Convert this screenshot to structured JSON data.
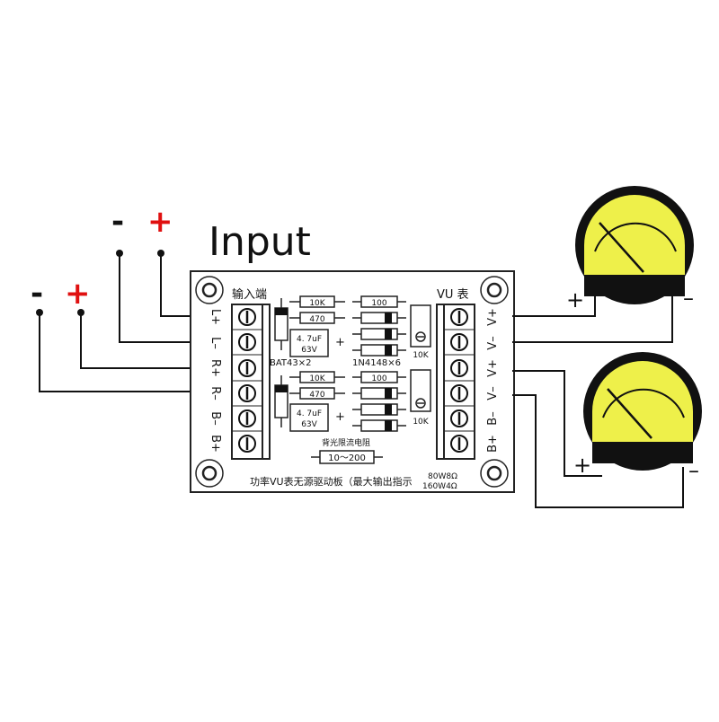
{
  "input_label": "Input",
  "polarity": {
    "top_minus": "-",
    "top_plus": "+",
    "left_minus": "-",
    "left_plus": "+"
  },
  "board": {
    "input_title": "输入端",
    "output_title": "VU 表",
    "left_terminals": [
      "L+",
      "L–",
      "R+",
      "R–",
      "B–",
      "B+"
    ],
    "right_terminals": [
      "V+",
      "V–",
      "V+",
      "V–",
      "B–",
      "B+"
    ],
    "res_10k_a": "10K",
    "res_470_a": "470",
    "res_10k_b": "10K",
    "res_470_b": "470",
    "res_100_a": "100",
    "res_100_b": "100",
    "cap_a_line1": "4. 7uF",
    "cap_a_line2": "63V",
    "cap_b_line1": "4. 7uF",
    "cap_b_line2": "63V",
    "cap_plus": "+",
    "bat_label": "BAT43×2",
    "diode_label": "1N4148×6",
    "pot_a": "10K",
    "pot_b": "10K",
    "backlight_title": "背光限流电阻",
    "backlight_value": "10～200",
    "footer": "功率VU表无源驱动板（最大输出指示",
    "power_1": "80W8Ω",
    "power_2": "160W4Ω"
  },
  "meters": {
    "plus": "+",
    "minus": "–",
    "face_color": "#eef04a"
  }
}
